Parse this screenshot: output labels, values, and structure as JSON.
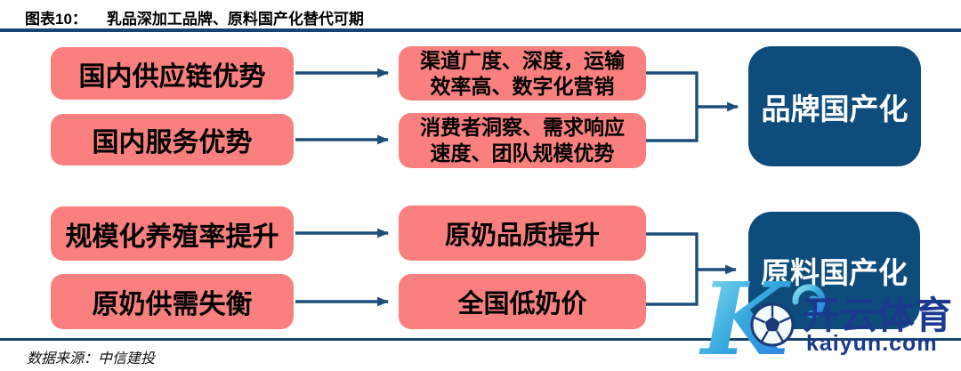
{
  "header": {
    "figure_label": "图表10：",
    "figure_title": "乳品深加工品牌、原料国产化替代可期"
  },
  "diagram": {
    "top_group": {
      "sources": [
        {
          "text": "国内供应链优势"
        },
        {
          "text": "国内服务优势"
        }
      ],
      "mediators": [
        {
          "lines": [
            "渠道广度、深度，运输",
            "效率高、数字化营销"
          ]
        },
        {
          "lines": [
            "消费者洞察、需求响应",
            "速度、团队规模优势"
          ]
        }
      ],
      "outcome": {
        "text": "品牌国产化"
      }
    },
    "bottom_group": {
      "sources": [
        {
          "text": "规模化养殖率提升"
        },
        {
          "text": "原奶供需失衡"
        }
      ],
      "mediators": [
        {
          "lines": [
            "原奶品质提升"
          ]
        },
        {
          "lines": [
            "全国低奶价"
          ]
        }
      ],
      "outcome": {
        "text": "原料国产化"
      }
    }
  },
  "footer": {
    "source": "数据来源：中信建投"
  },
  "watermark": {
    "letter": "K",
    "brand": "开云体育",
    "domain": "kaiyun.com"
  },
  "colors": {
    "box_pink": "#F9807E",
    "box_navy": "#0E4C7C",
    "connector_navy": "#1C4E79",
    "rule_navy": "#16466E",
    "watermark_navy": "#1B3A8D",
    "watermark_gradient_start": "#8FE3F0",
    "watermark_gradient_end": "#2F7CE0"
  }
}
